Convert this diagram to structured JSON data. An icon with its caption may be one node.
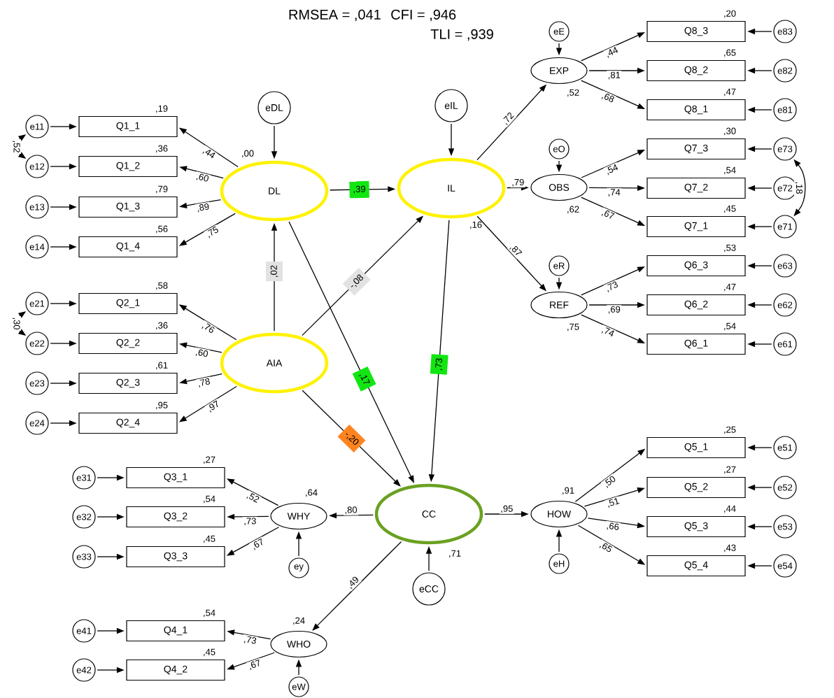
{
  "diagram": {
    "nodes": [
      {
        "text": [
          "e11"
        ]
      },
      {
        "text": [
          "Q1_1"
        ],
        "beside": [
          ",19"
        ]
      },
      {
        "text": [
          "e12"
        ]
      },
      {
        "text": [
          "Q1_2"
        ],
        "beside": [
          ",36"
        ]
      },
      {
        "text": [
          "e13"
        ]
      },
      {
        "text": [
          "Q1_3"
        ],
        "beside": [
          ",79"
        ]
      },
      {
        "text": [
          "e14"
        ]
      },
      {
        "text": [
          "Q1_4"
        ],
        "beside": [
          ",56"
        ]
      },
      {
        "text": [
          "e21"
        ]
      },
      {
        "text": [
          "Q2_1"
        ],
        "beside": [
          ",58"
        ]
      },
      {
        "text": [
          "e22"
        ]
      },
      {
        "text": [
          "Q2_2"
        ],
        "beside": [
          ",36"
        ]
      },
      {
        "text": [
          "e23"
        ]
      },
      {
        "text": [
          "Q2_3"
        ],
        "beside": [
          ",61"
        ]
      },
      {
        "text": [
          "e24"
        ]
      },
      {
        "text": [
          "Q2_4"
        ],
        "beside": [
          ",95"
        ]
      },
      {
        "text": [
          "eDL"
        ]
      },
      {
        "text": [
          "DL"
        ],
        "beside": [
          ",00"
        ]
      },
      {
        "text": [
          "eIL"
        ]
      },
      {
        "text": [
          "IL"
        ],
        "beside": [
          ",16"
        ]
      },
      {
        "text": [
          "AIA"
        ]
      },
      {
        "text": [
          "eE"
        ]
      },
      {
        "text": [
          "EXP"
        ],
        "beside": [
          ",52"
        ]
      },
      {
        "text": [
          "Q8_3"
        ],
        "beside": [
          ",20"
        ]
      },
      {
        "text": [
          "e83"
        ]
      },
      {
        "text": [
          "Q8_2"
        ],
        "beside": [
          ",65"
        ]
      },
      {
        "text": [
          "e82"
        ]
      },
      {
        "text": [
          "Q8_1"
        ],
        "beside": [
          ",47"
        ]
      },
      {
        "text": [
          "e81"
        ]
      },
      {
        "text": [
          "eO"
        ]
      },
      {
        "text": [
          "OBS"
        ],
        "beside": [
          ",62"
        ]
      },
      {
        "text": [
          "Q7_3"
        ],
        "beside": [
          ",30"
        ]
      },
      {
        "text": [
          "e73"
        ]
      },
      {
        "text": [
          "Q7_2"
        ],
        "beside": [
          ",54"
        ]
      },
      {
        "text": [
          "e72"
        ]
      },
      {
        "text": [
          "Q7_1"
        ],
        "beside": [
          ",45"
        ]
      },
      {
        "text": [
          "e71"
        ]
      },
      {
        "text": [
          "eR"
        ]
      },
      {
        "text": [
          "REF"
        ],
        "beside": [
          ",75"
        ]
      },
      {
        "text": [
          "Q6_3"
        ],
        "beside": [
          ",53"
        ]
      },
      {
        "text": [
          "e63"
        ]
      },
      {
        "text": [
          "Q6_2"
        ],
        "beside": [
          ",47"
        ]
      },
      {
        "text": [
          "e62"
        ]
      },
      {
        "text": [
          "Q6_1"
        ],
        "beside": [
          ",54"
        ]
      },
      {
        "text": [
          "e61"
        ]
      },
      {
        "text": [
          "e31"
        ]
      },
      {
        "text": [
          "Q3_1"
        ],
        "beside": [
          ",27"
        ]
      },
      {
        "text": [
          "e32"
        ]
      },
      {
        "text": [
          "Q3_2"
        ],
        "beside": [
          ",54"
        ]
      },
      {
        "text": [
          "e33"
        ]
      },
      {
        "text": [
          "Q3_3"
        ],
        "beside": [
          ",45"
        ]
      },
      {
        "text": [
          "WHY"
        ],
        "beside": [
          ",64"
        ]
      },
      {
        "text": [
          "ey"
        ]
      },
      {
        "text": [
          "CC"
        ],
        "beside": [
          ",71"
        ]
      },
      {
        "text": [
          "eCC"
        ]
      },
      {
        "text": [
          "HOW"
        ],
        "beside": [
          ",91"
        ]
      },
      {
        "text": [
          "eH"
        ]
      },
      {
        "text": [
          "Q5_1"
        ],
        "beside": [
          ",25"
        ]
      },
      {
        "text": [
          "e51"
        ]
      },
      {
        "text": [
          "Q5_2"
        ],
        "beside": [
          ",27"
        ]
      },
      {
        "text": [
          "e52"
        ]
      },
      {
        "text": [
          "Q5_3"
        ],
        "beside": [
          ",44"
        ]
      },
      {
        "text": [
          "e53"
        ]
      },
      {
        "text": [
          "Q5_4"
        ],
        "beside": [
          ",43"
        ]
      },
      {
        "text": [
          "e54"
        ]
      },
      {
        "text": [
          "e41"
        ]
      },
      {
        "text": [
          "Q4_1"
        ],
        "beside": [
          ",54"
        ]
      },
      {
        "text": [
          "e42"
        ]
      },
      {
        "text": [
          "Q4_2"
        ],
        "beside": [
          ",45"
        ]
      },
      {
        "text": [
          "WHO"
        ],
        "beside": [
          ",24"
        ]
      },
      {
        "text": [
          "eW"
        ]
      }
    ],
    "edges": [
      {
        "from": 0,
        "to": 1,
        "arrow": "to"
      },
      {
        "from": 2,
        "to": 3,
        "arrow": "to"
      },
      {
        "from": 4,
        "to": 5,
        "arrow": "to"
      },
      {
        "from": 6,
        "to": 7,
        "arrow": "to"
      },
      {
        "from": 8,
        "to": 9,
        "arrow": "to"
      },
      {
        "from": 10,
        "to": 11,
        "arrow": "to"
      },
      {
        "from": 12,
        "to": 13,
        "arrow": "to"
      },
      {
        "from": 14,
        "to": 15,
        "arrow": "to"
      },
      {
        "from": 0,
        "to": 2,
        "arrow": "both",
        "label": ",52"
      },
      {
        "from": 8,
        "to": 10,
        "arrow": "both",
        "label": ",30"
      },
      {
        "from": 17,
        "to": 1,
        "arrow": "to",
        "label": ",44"
      },
      {
        "from": 17,
        "to": 3,
        "arrow": "to",
        "label": ",60"
      },
      {
        "from": 17,
        "to": 5,
        "arrow": "to",
        "label": ",89"
      },
      {
        "from": 17,
        "to": 7,
        "arrow": "to",
        "label": ",75"
      },
      {
        "from": 20,
        "to": 9,
        "arrow": "to",
        "label": ",76"
      },
      {
        "from": 20,
        "to": 11,
        "arrow": "to",
        "label": ",60"
      },
      {
        "from": 20,
        "to": 13,
        "arrow": "to",
        "label": ",78"
      },
      {
        "from": 20,
        "to": 15,
        "arrow": "to",
        "label": ",97"
      },
      {
        "from": 16,
        "to": 17,
        "arrow": "to"
      },
      {
        "from": 18,
        "to": 19,
        "arrow": "to"
      },
      {
        "from": 17,
        "to": 19,
        "arrow": "to",
        "label": ",39"
      },
      {
        "from": 20,
        "to": 17,
        "arrow": "to",
        "label": ",02"
      },
      {
        "from": 20,
        "to": 19,
        "arrow": "to",
        "label": "-,08"
      },
      {
        "from": 17,
        "to": 53,
        "arrow": "to",
        "label": ",17"
      },
      {
        "from": 19,
        "to": 53,
        "arrow": "to",
        "label": ",73"
      },
      {
        "from": 20,
        "to": 53,
        "arrow": "to",
        "label": "-,20"
      },
      {
        "from": 19,
        "to": 22,
        "arrow": "to",
        "label": ",72"
      },
      {
        "from": 19,
        "to": 30,
        "arrow": "to",
        "label": ",79"
      },
      {
        "from": 19,
        "to": 38,
        "arrow": "to",
        "label": ",87"
      },
      {
        "from": 21,
        "to": 22,
        "arrow": "to"
      },
      {
        "from": 29,
        "to": 30,
        "arrow": "to"
      },
      {
        "from": 37,
        "to": 38,
        "arrow": "to"
      },
      {
        "from": 22,
        "to": 23,
        "arrow": "to",
        "label": ",44"
      },
      {
        "from": 22,
        "to": 25,
        "arrow": "to",
        "label": ",81"
      },
      {
        "from": 22,
        "to": 27,
        "arrow": "to",
        "label": ",68"
      },
      {
        "from": 24,
        "to": 23,
        "arrow": "to"
      },
      {
        "from": 26,
        "to": 25,
        "arrow": "to"
      },
      {
        "from": 28,
        "to": 27,
        "arrow": "to"
      },
      {
        "from": 30,
        "to": 31,
        "arrow": "to",
        "label": ",54"
      },
      {
        "from": 30,
        "to": 33,
        "arrow": "to",
        "label": ",74"
      },
      {
        "from": 30,
        "to": 35,
        "arrow": "to",
        "label": ",67"
      },
      {
        "from": 32,
        "to": 31,
        "arrow": "to"
      },
      {
        "from": 34,
        "to": 33,
        "arrow": "to"
      },
      {
        "from": 36,
        "to": 35,
        "arrow": "to"
      },
      {
        "from": 32,
        "to": 36,
        "arrow": "both",
        "label": ",18"
      },
      {
        "from": 38,
        "to": 39,
        "arrow": "to",
        "label": ",73"
      },
      {
        "from": 38,
        "to": 41,
        "arrow": "to",
        "label": ",69"
      },
      {
        "from": 38,
        "to": 43,
        "arrow": "to",
        "label": ",74"
      },
      {
        "from": 40,
        "to": 39,
        "arrow": "to"
      },
      {
        "from": 42,
        "to": 41,
        "arrow": "to"
      },
      {
        "from": 44,
        "to": 43,
        "arrow": "to"
      },
      {
        "from": 54,
        "to": 53,
        "arrow": "to"
      },
      {
        "from": 53,
        "to": 51,
        "arrow": "to",
        "label": ",80"
      },
      {
        "from": 53,
        "to": 55,
        "arrow": "to",
        "label": ",95"
      },
      {
        "from": 53,
        "to": 69,
        "arrow": "to",
        "label": ",49"
      },
      {
        "from": 51,
        "to": 46,
        "arrow": "to",
        "label": ",52"
      },
      {
        "from": 51,
        "to": 48,
        "arrow": "to",
        "label": ",73"
      },
      {
        "from": 51,
        "to": 50,
        "arrow": "to",
        "label": ",67"
      },
      {
        "from": 45,
        "to": 46,
        "arrow": "to"
      },
      {
        "from": 47,
        "to": 48,
        "arrow": "to"
      },
      {
        "from": 49,
        "to": 50,
        "arrow": "to"
      },
      {
        "from": 52,
        "to": 51,
        "arrow": "to"
      },
      {
        "from": 55,
        "to": 57,
        "arrow": "to",
        "label": ",50"
      },
      {
        "from": 55,
        "to": 59,
        "arrow": "to",
        "label": ",51"
      },
      {
        "from": 55,
        "to": 61,
        "arrow": "to",
        "label": ",66"
      },
      {
        "from": 55,
        "to": 63,
        "arrow": "to",
        "label": ",65"
      },
      {
        "from": 58,
        "to": 57,
        "arrow": "to"
      },
      {
        "from": 60,
        "to": 59,
        "arrow": "to"
      },
      {
        "from": 62,
        "to": 61,
        "arrow": "to"
      },
      {
        "from": 64,
        "to": 63,
        "arrow": "to"
      },
      {
        "from": 56,
        "to": 55,
        "arrow": "to"
      },
      {
        "from": 69,
        "to": 66,
        "arrow": "to",
        "label": ",73"
      },
      {
        "from": 69,
        "to": 68,
        "arrow": "to",
        "label": ",67"
      },
      {
        "from": 65,
        "to": 66,
        "arrow": "to"
      },
      {
        "from": 67,
        "to": 68,
        "arrow": "to"
      },
      {
        "from": 70,
        "to": 69,
        "arrow": "to"
      }
    ],
    "labels": [
      "RMSEA = ,041",
      "CFI = ,946",
      "TLI = ,939"
    ]
  }
}
